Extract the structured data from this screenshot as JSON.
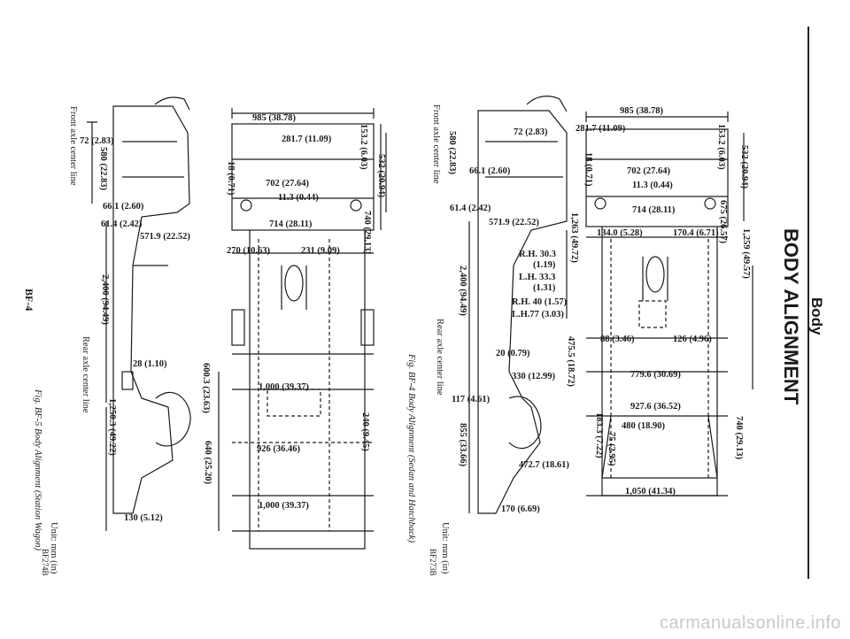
{
  "header": {
    "section": "Body",
    "title": "BODY ALIGNMENT"
  },
  "page_number": "BF-4",
  "watermark": "carmanualsonline.info",
  "figure_station_wagon": {
    "caption": "Fig. BF-5 Body Alignment (Station Wagon)",
    "unit": "Unit: mm (in)",
    "code": "BF274B",
    "front_axle": "Front axle center line",
    "rear_axle": "Rear axle center line",
    "dims": {
      "d985": "985 (38.78)",
      "d281": "281.7 (11.09)",
      "d153": "153.2 (6.03)",
      "d532": "532 (20.94)",
      "d18": "18 (0.71)",
      "d702": "702 (27.64)",
      "d11": "11.3 (0.44)",
      "d714": "714 (28.11)",
      "d740": "740 (29.13)",
      "d72": "72 (2.83)",
      "d580": "580 (22.83)",
      "d66": "66.1 (2.60)",
      "d61": "61.4 (2.42)",
      "d571": "571.9 (22.52)",
      "d270": "270 (10.63)",
      "d231": "231 (9.09)",
      "d2400": "2,400 (94.49)",
      "d28": "28 (1.10)",
      "d600": "600.3 (23.63)",
      "d1000a": "1,000 (39.37)",
      "d1250": "1,250.3 (49.22)",
      "d926": "926 (36.46)",
      "d640": "640 (25.20)",
      "d240": "240 (9.45)",
      "d1000b": "1,000 (39.37)",
      "d130": "130 (5.12)"
    }
  },
  "figure_sedan": {
    "caption": "Fig. BF-4 Body Alignment (Sedan and Hatchback)",
    "unit": "Unit: mm (in)",
    "code": "BF273B",
    "front_axle": "Front axle center line",
    "rear_axle": "Rear axle center line",
    "dims": {
      "d985": "985 (38.78)",
      "d281": "281.7 (11.09)",
      "d153": "153.2 (6.03)",
      "d532": "532 (20.94)",
      "d18": "18 (0.71)",
      "d702": "702 (27.64)",
      "d11": "11.3 (0.44)",
      "d714": "714 (28.11)",
      "d675": "675 (26.57)",
      "d1259": "1,259 (49.57)",
      "d72": "72 (2.83)",
      "d580": "580 (22.83)",
      "d66": "66.1 (2.60)",
      "d61": "61.4 (2.42)",
      "d571": "571.9 (22.52)",
      "d1263": "1,263 (49.72)",
      "d134": "134.0 (5.28)",
      "d170": "170.4 (6.71)",
      "rh303": "R.H. 30.3",
      "rh303in": "(1.19)",
      "lh333": "L.H. 33.3",
      "lh333in": "(1.31)",
      "rh40": "R.H. 40 (1.57)",
      "lh77": "L.H.77 (3.03)",
      "d2400": "2,400 (94.49)",
      "d88": "88 (3.46)",
      "d126": "126 (4.96)",
      "d20": "20 (0.79)",
      "d330": "330 (12.99)",
      "d779": "779.6 (30.69)",
      "d927": "927.6 (36.52)",
      "d475": "475.5 (18.72)",
      "d117": "117 (4.61)",
      "d183": "183.3 (7.22)",
      "d75": "75 (2.95)",
      "d480": "480 (18.90)",
      "d740": "740 (29.13)",
      "d855": "855 (33.66)",
      "d472": "472.7 (18.61)",
      "d1050": "1,050 (41.34)",
      "d170b": "170 (6.69)"
    }
  }
}
